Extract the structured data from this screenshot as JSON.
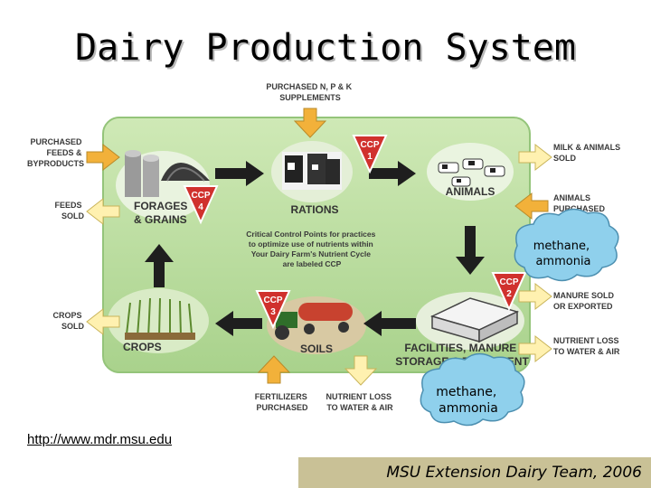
{
  "title": "Dairy Production System",
  "external_labels": {
    "purchased_supplements": [
      "PURCHASED N, P & K",
      "SUPPLEMENTS"
    ],
    "purchased_feeds": [
      "PURCHASED",
      "FEEDS &",
      "BYPRODUCTS"
    ],
    "feeds_sold": [
      "FEEDS",
      "SOLD"
    ],
    "crops_sold": [
      "CROPS",
      "SOLD"
    ],
    "milk_sold": [
      "MILK & ANIMALS",
      "SOLD"
    ],
    "animals_purchased": [
      "ANIMALS",
      "PURCHASED"
    ],
    "manure_sold": [
      "MANURE SOLD",
      "OR EXPORTED"
    ],
    "nutrient_loss_right": [
      "NUTRIENT LOSS",
      "TO WATER & AIR"
    ],
    "fertilizers_purchased": [
      "FERTILIZERS",
      "PURCHASED"
    ],
    "nutrient_loss_bottom": [
      "NUTRIENT LOSS",
      "TO WATER & AIR"
    ]
  },
  "nodes": {
    "forages": [
      "FORAGES",
      "& GRAINS"
    ],
    "rations": "RATIONS",
    "animals": "ANIMALS",
    "crops": "CROPS",
    "soils": "SOILS",
    "facilities": [
      "FACILITIES, MANURE",
      "STORAGE & TREATMENT"
    ]
  },
  "ccp": {
    "label": "CCP",
    "ccp1": "1",
    "ccp2": "2",
    "ccp3": "3",
    "ccp4": "4"
  },
  "center_note": [
    "Critical Control Points  for practices",
    "to optimize use of nutrients within",
    "Your Dairy Farm's Nutrient Cycle",
    "are labeled CCP"
  ],
  "clouds": {
    "top": [
      "methane,",
      "ammonia"
    ],
    "bottom": [
      "methane,",
      "ammonia"
    ]
  },
  "url": "http://www.mdr.msu.edu",
  "credit": "MSU Extension Dairy Team, 2006",
  "colors": {
    "panel": "#b9dca0",
    "arrow_in": "#f2b13a",
    "arrow_out": "#fff1b0",
    "ccp": "#d0312d",
    "cloud": "#8fd0ec",
    "credit_bg": "#c9c196"
  }
}
